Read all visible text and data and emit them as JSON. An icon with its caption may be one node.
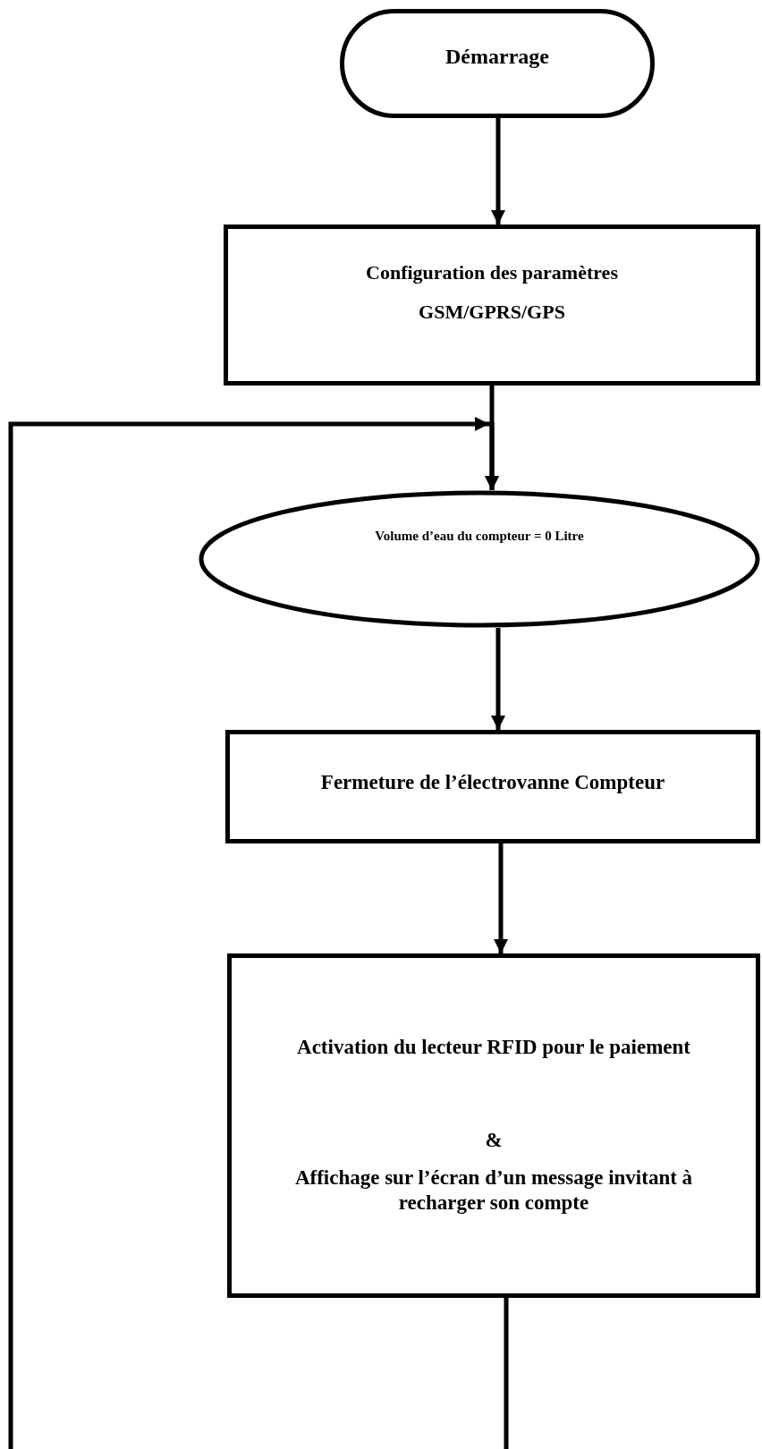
{
  "diagram": {
    "nodes": [
      {
        "text": [
          "Démarrage"
        ]
      },
      {
        "text": [
          "Configuration des paramètres",
          "GSM/GPRS/GPS"
        ]
      },
      {
        "text": [
          "Volume d’eau du compteur = 0 Litre"
        ]
      },
      {
        "text": [
          "Fermeture de l’électrovanne Compteur"
        ]
      },
      {
        "text": [
          "Activation du lecteur RFID pour le paiement",
          "&",
          "Affichage sur l’écran d’un message invitant à recharger son compte"
        ]
      }
    ],
    "edges": [
      {
        "from": 0,
        "to": 1,
        "arrow": "to"
      },
      {
        "from": 1,
        "to": 2,
        "arrow": "to"
      },
      {
        "from": 2,
        "to": 3,
        "arrow": "to"
      },
      {
        "from": 3,
        "to": 4,
        "arrow": "to"
      },
      {
        "from": 4,
        "to": 2,
        "arrow": "to"
      }
    ]
  }
}
